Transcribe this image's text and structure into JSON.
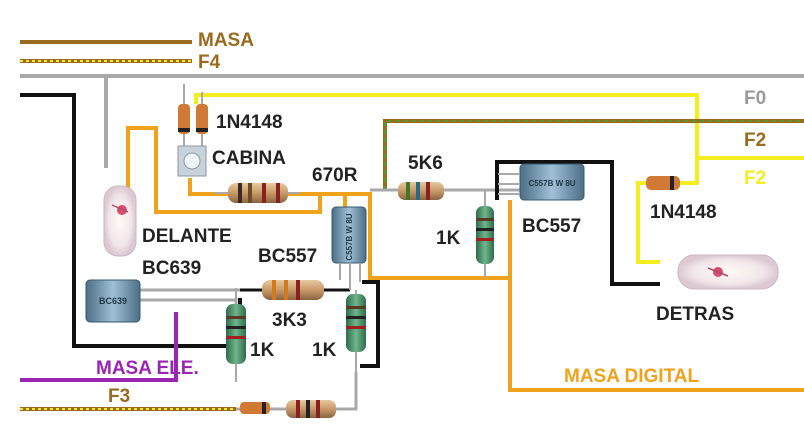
{
  "labels": {
    "masa": "MASA",
    "f4": "F4",
    "f0": "F0",
    "d1n4148_top": "1N4148",
    "cabina": "CABINA",
    "r670": "670R",
    "r5k6": "5K6",
    "f2_brown": "F2",
    "f2_yellow": "F2",
    "d1n4148_right": "1N4148",
    "bc557_right": "BC557",
    "r1k_mid": "1K",
    "delante": "DELANTE",
    "bc639": "BC639",
    "bc557_mid": "BC557",
    "r3k3": "3K3",
    "r1k_left": "1K",
    "r1k_right": "1K",
    "detras": "DETRAS",
    "masa_ele": "MASA ELE.",
    "masa_digital": "MASA DIGITAL",
    "f3": "F3"
  },
  "chip_text": {
    "bc557_mid": "C557B W 8U",
    "bc557_right": "C557B W 8U",
    "bc639": "BC639"
  },
  "colors": {
    "masa": "#9a6a1e",
    "f0": "#a9a9a9",
    "yellow": "#f5ee1e",
    "orange": "#f1a21b",
    "black": "#111111",
    "purple": "#9b25b3",
    "f2_dash": "#4e9a2e",
    "label_text": "#222222",
    "masa_ele_text": "#9b25b3",
    "masa_digital_text": "#f1a21b",
    "f0_text": "#9a9a9a",
    "f2_yellow_text": "#f5ee1e",
    "brown_text": "#9a6a1e"
  }
}
